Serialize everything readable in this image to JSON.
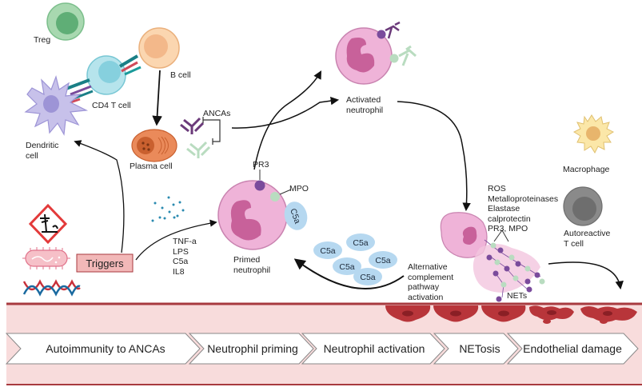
{
  "title": "ANCA-associated vasculitis pathogenesis",
  "colors": {
    "vessel_fill": "#f8dcdc",
    "vessel_border": "#a83a3f",
    "endothelial": "#b8353a",
    "neutrophil": "#efb3d8",
    "neutrophil_nucleus": "#c8619a",
    "pr3": "#7a4b9c",
    "mpo": "#b9dcc0",
    "c5a": "#b6d8f0",
    "triggers_box": "#f2b8b8",
    "treg": "#6fbf8a",
    "b_cell": "#f7c99a",
    "cd4_t_cell": "#8fd4e0",
    "dendritic": "#b8b0e0",
    "plasma_cell": "#ea8a5a",
    "macrophage": "#fbe7a8",
    "autoreactive_t": "#8a8a8a"
  },
  "cells": {
    "treg": "Treg",
    "b_cell": "B cell",
    "cd4_t_cell": "CD4 T cell",
    "dendritic_cell": "Dendritic\ncell",
    "plasma_cell": "Plasma cell",
    "activated_neutrophil": "Activated\nneutrophil",
    "primed_neutrophil": "Primed\nneutrophil",
    "macrophage": "Macrophage",
    "autoreactive_t_cell": "Autoreactive\nT cell"
  },
  "labels": {
    "ancas": "ANCAs",
    "pr3": "PR3",
    "mpo": "MPO",
    "c5a": "C5a",
    "triggers": "Triggers",
    "cytokines": "TNF-a\nLPS\nC5a\nIL8",
    "net_contents": "ROS\nMetalloproteinases\nElastase\ncalprotectin\nPR3, MPO",
    "complement": "Alternative\ncomplement\npathway\nactivation",
    "nets": "NETs"
  },
  "c5a_cluster": [
    "C5a",
    "C5a",
    "C5a",
    "C5a",
    "C5a"
  ],
  "stages": [
    {
      "label": "Autoimmunity to ANCAs"
    },
    {
      "label": "Neutrophil priming"
    },
    {
      "label": "Neutrophil activation"
    },
    {
      "label": "NETosis"
    },
    {
      "label": "Endothelial damage"
    }
  ],
  "trigger_icons": [
    "environmental-hazard-icon",
    "bacterium-icon",
    "dna-icon"
  ]
}
